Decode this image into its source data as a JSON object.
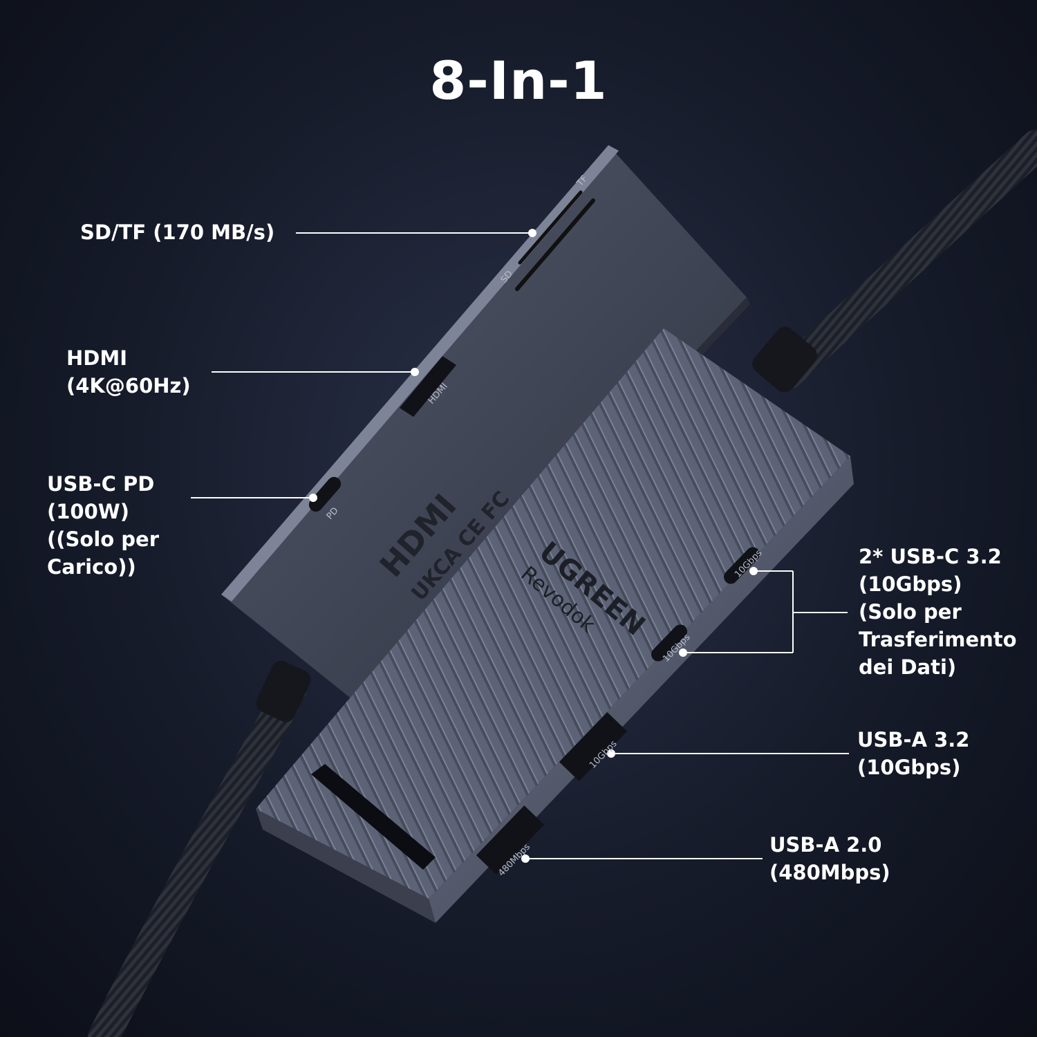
{
  "title": "8-In-1",
  "colors": {
    "background": "#161b2a",
    "hub_body": "#5a6073",
    "hub_dark": "#3a3f50",
    "leader_line": "#ffffff"
  },
  "device": {
    "brand": "UGREEN",
    "model": "Revodok",
    "port_marks": {
      "tf": "TF",
      "sd": "SD",
      "hdmi": "HDMI",
      "pd": "PD",
      "usb_c_top": "10Gbps",
      "usb_c_bottom": "10Gbps",
      "usb_a_fast": "10Gbps",
      "usb_a_slow": "480Mbps"
    }
  },
  "callouts": {
    "sd_tf": {
      "lines": [
        "SD/TF (170 MB/s)"
      ]
    },
    "hdmi": {
      "lines": [
        "HDMI",
        "(4K@60Hz)"
      ]
    },
    "usb_c_pd": {
      "lines": [
        "USB-C PD",
        "(100W)",
        "((Solo per",
        "Carico))"
      ]
    },
    "usb_c_32": {
      "lines": [
        "2* USB-C 3.2",
        "(10Gbps)",
        "(Solo per",
        "Trasferimento",
        "dei Dati)"
      ]
    },
    "usb_a_32": {
      "lines": [
        "USB-A 3.2",
        "(10Gbps)"
      ]
    },
    "usb_a_20": {
      "lines": [
        "USB-A 2.0",
        "(480Mbps)"
      ]
    }
  }
}
